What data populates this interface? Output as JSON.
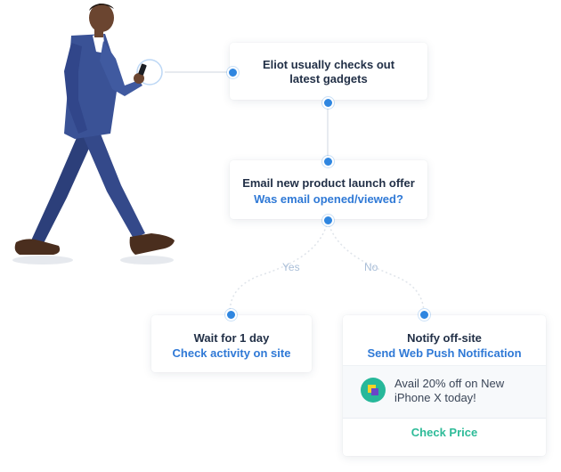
{
  "nodes": {
    "trigger": {
      "title": "Eliot usually checks out latest gadgets"
    },
    "email": {
      "title": "Email new product launch offer",
      "subtitle": "Was email opened/viewed?"
    },
    "wait": {
      "title": "Wait for 1 day",
      "subtitle": "Check activity on site"
    },
    "notify": {
      "title": "Notify off-site",
      "subtitle": "Send Web Push Notification"
    }
  },
  "branches": {
    "yes": "Yes",
    "no": "No"
  },
  "notification": {
    "message": "Avail 20% off on New iPhone X today!",
    "cta": "Check Price"
  },
  "colors": {
    "accent_blue": "#2f79d6",
    "dot_blue": "#2f86e0",
    "cta_green": "#2dbb98",
    "connector": "#d8dde5"
  }
}
